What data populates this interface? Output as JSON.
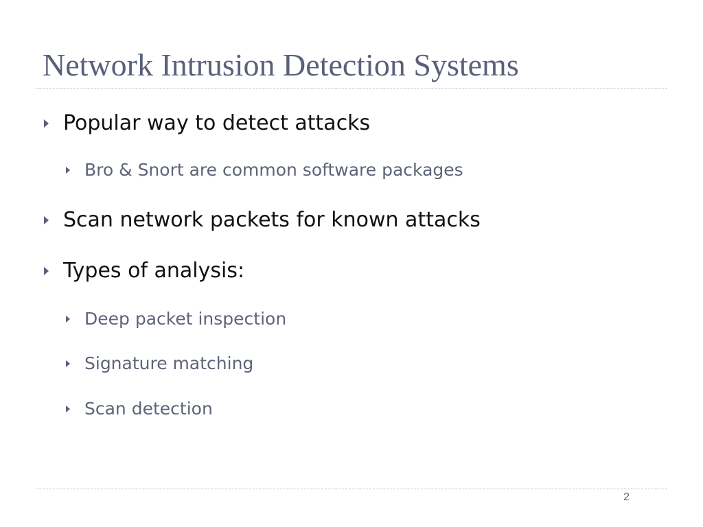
{
  "slide": {
    "title": "Network Intrusion Detection Systems",
    "bullets": [
      {
        "level": 1,
        "text": "Popular way to detect attacks"
      },
      {
        "level": 2,
        "text": "Bro & Snort are common software packages"
      },
      {
        "level": 1,
        "text": "Scan network packets for known attacks"
      },
      {
        "level": 1,
        "text": "Types of analysis:"
      },
      {
        "level": 2,
        "text": "Deep packet inspection"
      },
      {
        "level": 2,
        "text": "Signature matching"
      },
      {
        "level": 2,
        "text": "Scan detection"
      }
    ],
    "page_number": "2"
  },
  "icons": {
    "bullet": "triangle-right-icon"
  },
  "colors": {
    "title": "#59607a",
    "primary_text": "#111111",
    "secondary_text": "#5e6478",
    "divider": "#b9c6cc"
  }
}
